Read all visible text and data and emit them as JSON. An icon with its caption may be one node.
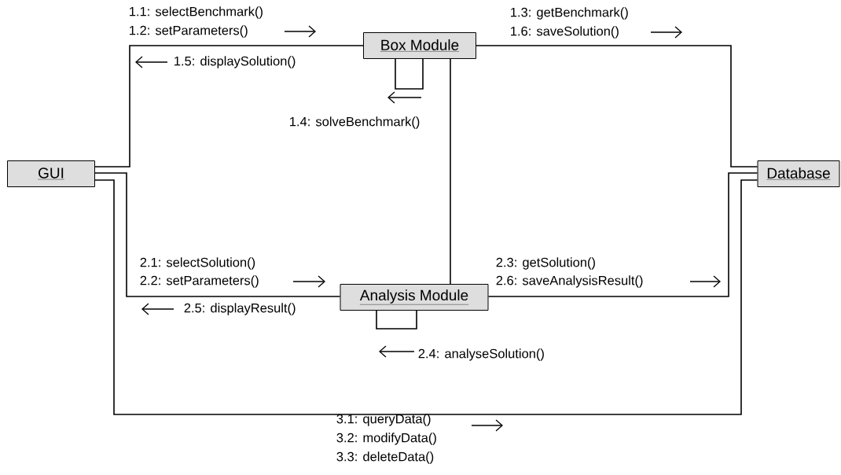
{
  "diagram": {
    "nodes": [
      {
        "text": [
          "GUI"
        ]
      },
      {
        "text": [
          "Box Module"
        ]
      },
      {
        "text": [
          "Analysis Module"
        ]
      },
      {
        "text": [
          "Database"
        ]
      }
    ],
    "edges": [
      {
        "from": 0,
        "to": 1,
        "arrow": "none"
      },
      {
        "from": 1,
        "to": 3,
        "arrow": "none"
      },
      {
        "from": 1,
        "to": 1,
        "arrow": "none"
      },
      {
        "from": 1,
        "to": 2,
        "arrow": "none"
      },
      {
        "from": 0,
        "to": 2,
        "arrow": "none"
      },
      {
        "from": 2,
        "to": 3,
        "arrow": "none"
      },
      {
        "from": 2,
        "to": 2,
        "arrow": "none"
      },
      {
        "from": 0,
        "to": 3,
        "arrow": "none"
      }
    ],
    "labels": [
      "1.1: selectBenchmark()",
      "1.2: setParameters()",
      "1.3: getBenchmark()",
      "1.6: saveSolution()",
      "1.5: displaySolution()",
      "1.4: solveBenchmark()",
      "2.1: selectSolution()",
      "2.3: getSolution()",
      "2.2: setParameters()",
      "2.6: saveAnalysisResult()",
      "2.5: displayResult()",
      "2.4: analyseSolution()",
      "3.1: queryData()",
      "3.2: modifyData()",
      "3.3: deleteData()"
    ]
  }
}
